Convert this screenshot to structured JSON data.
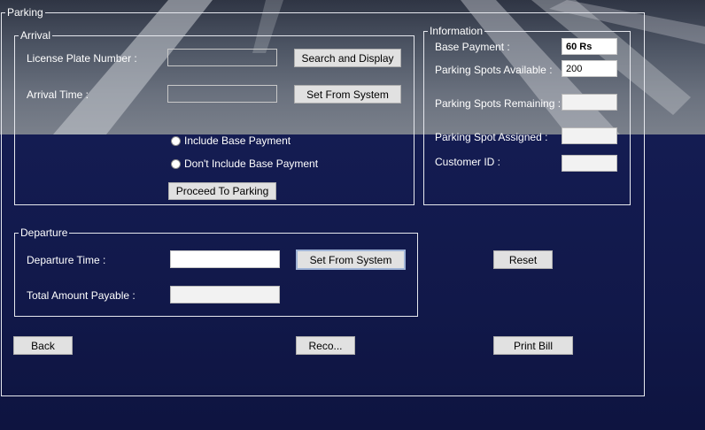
{
  "parking": {
    "legend": "Parking"
  },
  "arrival": {
    "legend": "Arrival",
    "plate_label": "License Plate Number :",
    "plate_value": "",
    "search_button": "Search and Display",
    "time_label": "Arrival Time :",
    "time_value": "",
    "set_system_button": "Set From System",
    "radio_include": "Include Base Payment",
    "radio_exclude": "Don't Include Base Payment",
    "proceed_button": "Proceed To Parking"
  },
  "information": {
    "legend": "Information",
    "base_payment_label": "Base Payment :",
    "base_payment_value": "60 Rs",
    "available_label": "Parking Spots Available :",
    "available_value": "200",
    "remaining_label": "Parking Spots Remaining :",
    "remaining_value": "",
    "assigned_label": "Parking Spot Assigned :",
    "assigned_value": "",
    "customer_label": "Customer ID :",
    "customer_value": ""
  },
  "departure": {
    "legend": "Departure",
    "time_label": "Departure Time :",
    "time_value": "",
    "set_system_button": "Set From System",
    "total_label": "Total Amount Payable :",
    "total_value": ""
  },
  "actions": {
    "reset": "Reset",
    "back": "Back",
    "reco": "Reco...",
    "print_bill": "Print Bill"
  }
}
